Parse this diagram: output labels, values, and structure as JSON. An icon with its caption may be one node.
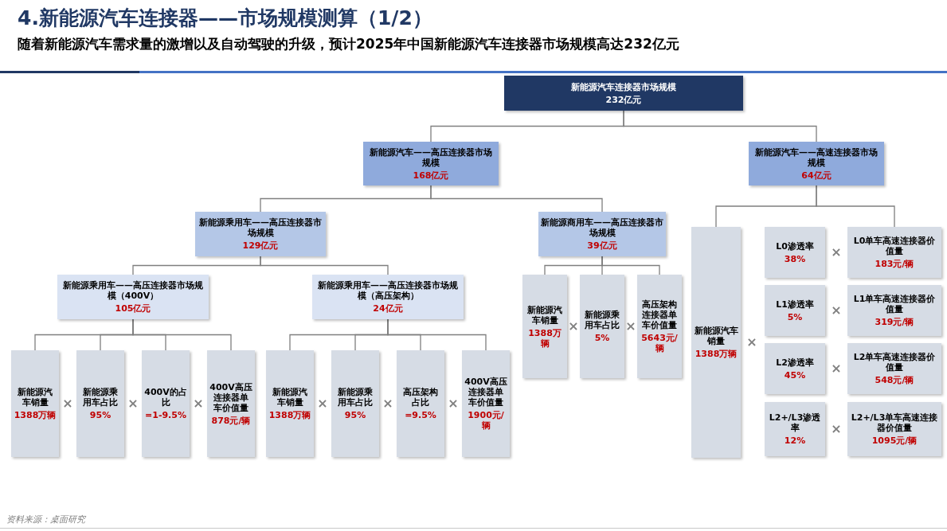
{
  "diagram": {
    "title": "4.新能源汽车连接器——市场规模测算（1/2）",
    "nodes": [
      {
        "text": [
          "新能源汽车连接器市场规模",
          "232亿元"
        ]
      },
      {
        "text": [
          "新能源汽车——高压连接器市场规模",
          "168亿元"
        ]
      },
      {
        "text": [
          "新能源汽车——高速连接器市场规模",
          "64亿元"
        ]
      },
      {
        "text": [
          "新能源乘用车——高压连接器市场规模",
          "129亿元"
        ]
      },
      {
        "text": [
          "新能源商用车——高压连接器市场规模",
          "39亿元"
        ]
      },
      {
        "text": [
          "新能源乘用车——高压连接器市场规模（400V）",
          "105亿元"
        ]
      },
      {
        "text": [
          "新能源乘用车——高压连接器市场规模（高压架构）",
          "24亿元"
        ]
      },
      {
        "text": [
          "新能源汽车销量",
          "1388万辆"
        ]
      },
      {
        "text": [
          "新能源乘用车占比",
          "5%"
        ]
      },
      {
        "text": [
          "高压架构连接器单车价值量",
          "5643元/辆"
        ]
      },
      {
        "text": [
          "新能源汽车销量",
          "1388万辆"
        ]
      },
      {
        "text": [
          "L0渗透率",
          "38%"
        ]
      },
      {
        "text": [
          "L0单车高速连接器价值量",
          "183元/辆"
        ]
      },
      {
        "text": [
          "新能源汽车销量",
          "1388万辆"
        ]
      },
      {
        "text": [
          "新能源乘用车占比",
          "95%"
        ]
      },
      {
        "text": [
          "400V的占比",
          "=1-9.5%"
        ]
      },
      {
        "text": [
          "400V高压连接器单车价值量",
          "878元/辆"
        ]
      },
      {
        "text": [
          "新能源汽车销量",
          "1388万辆"
        ]
      },
      {
        "text": [
          "新能源乘用车占比",
          "95%"
        ]
      },
      {
        "text": [
          "高压架构占比",
          "=9.5%"
        ]
      },
      {
        "text": [
          "400V高压连接器单车价值量",
          "1900元/辆"
        ]
      },
      {
        "text": [
          "L1渗透率",
          "5%"
        ]
      },
      {
        "text": [
          "L1单车高速连接器价值量",
          "319元/辆"
        ]
      },
      {
        "text": [
          "L2渗透率",
          "45%"
        ]
      },
      {
        "text": [
          "L2单车高速连接器价值量",
          "548元/辆"
        ]
      },
      {
        "text": [
          "L2+/L3渗透率",
          "12%"
        ]
      },
      {
        "text": [
          "L2+/L3单车高速连接器价值量",
          "1095元/辆"
        ]
      }
    ],
    "edges": [
      {
        "from": 0,
        "to": 1,
        "arrow": "none"
      },
      {
        "from": 0,
        "to": 2,
        "arrow": "none"
      },
      {
        "from": 1,
        "to": 3,
        "arrow": "none"
      },
      {
        "from": 1,
        "to": 4,
        "arrow": "none"
      },
      {
        "from": 3,
        "to": 5,
        "arrow": "none"
      },
      {
        "from": 3,
        "to": 6,
        "arrow": "none"
      },
      {
        "from": 5,
        "to": 13,
        "arrow": "none"
      },
      {
        "from": 5,
        "to": 14,
        "arrow": "none"
      },
      {
        "from": 5,
        "to": 15,
        "arrow": "none"
      },
      {
        "from": 5,
        "to": 16,
        "arrow": "none"
      },
      {
        "from": 6,
        "to": 17,
        "arrow": "none"
      },
      {
        "from": 6,
        "to": 18,
        "arrow": "none"
      },
      {
        "from": 6,
        "to": 19,
        "arrow": "none"
      },
      {
        "from": 6,
        "to": 20,
        "arrow": "none"
      },
      {
        "from": 4,
        "to": 7,
        "arrow": "none"
      },
      {
        "from": 4,
        "to": 8,
        "arrow": "none"
      },
      {
        "from": 4,
        "to": 9,
        "arrow": "none"
      },
      {
        "from": 2,
        "to": 10,
        "arrow": "none"
      },
      {
        "from": 2,
        "to": 12,
        "arrow": "none"
      }
    ],
    "labels": [
      "随着新能源汽车需求量的激增以及自动驾驶的升级，预计2025年中国新能源汽车连接器市场规模高达232亿元",
      "×",
      "×",
      "×",
      "×",
      "×",
      "×",
      "×",
      "×",
      "×",
      "×",
      "×",
      "×",
      "×",
      "资料来源：桌面研究"
    ]
  }
}
